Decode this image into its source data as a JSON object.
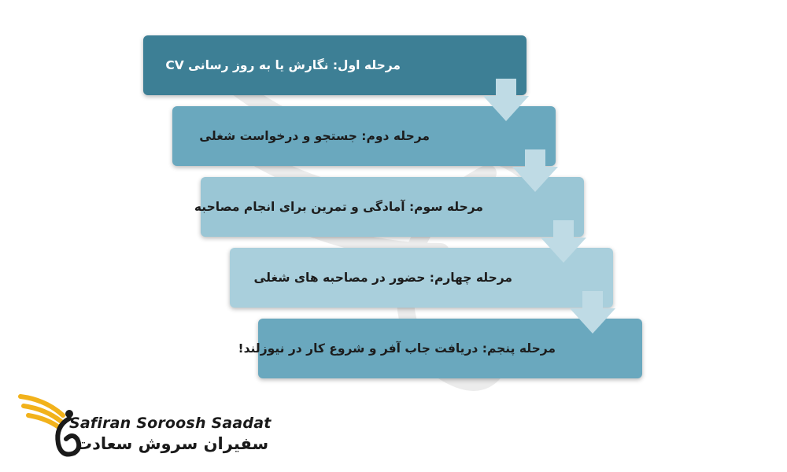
{
  "steps": [
    {
      "label": "مرحله اول: نگارش یا به روز رسانی CV",
      "bg": "#3d7f95",
      "color": "#ffffff"
    },
    {
      "label": "مرحله دوم: جستجو و درخواست شغلی",
      "bg": "#6aa8be",
      "color": "#1c1c1c"
    },
    {
      "label": "مرحله سوم: آمادگی و تمرین برای انجام مصاحبه",
      "bg": "#9ac6d5",
      "color": "#1c1c1c"
    },
    {
      "label": "مرحله چهارم: حضور در مصاحبه های شغلی",
      "bg": "#a9cfdc",
      "color": "#1c1c1c"
    },
    {
      "label": "مرحله پنجم: دریافت جاب آفر و شروع کار در نیوزلند!",
      "bg": "#6aa8be",
      "color": "#1c1c1c"
    }
  ],
  "arrow_color": "#bfdbe5",
  "brand": {
    "name_en": "Safiran Soroosh Saadat",
    "name_fa": "سفیران سروش سعادت",
    "accent": "#f2b21b"
  }
}
